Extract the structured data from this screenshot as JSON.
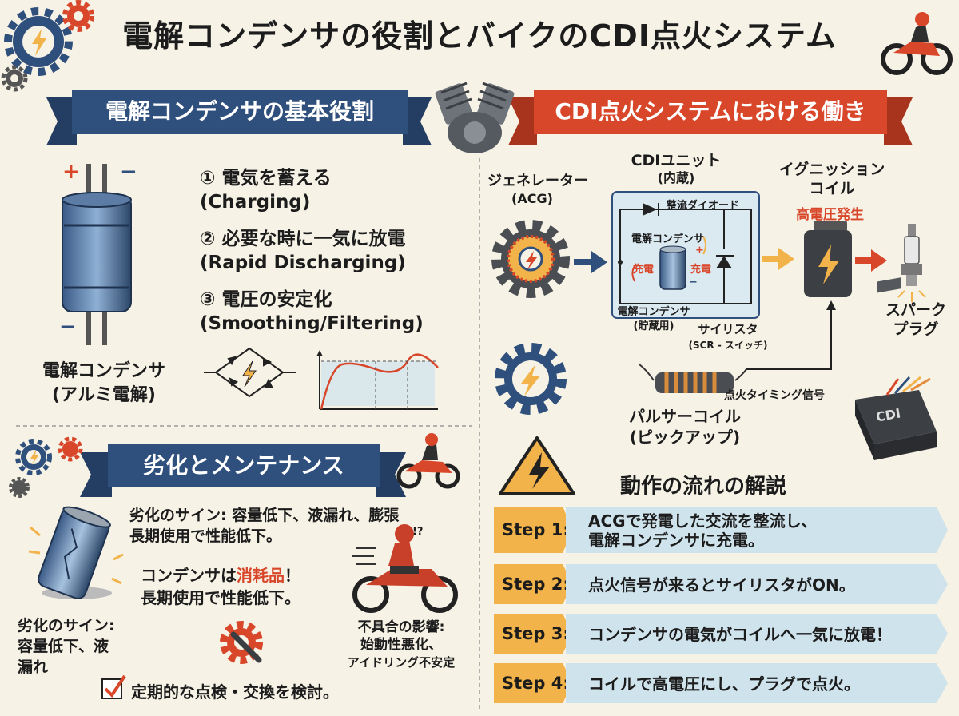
{
  "title": "電解コンデンサの役割とバイクのCDI点火システム",
  "left": {
    "ribbon": "電解コンデンサの基本役割",
    "capacitor": {
      "plus": "+",
      "minus_top": "−",
      "minus_bottom": "−",
      "label_1": "電解コンデンサ",
      "label_2": "(アルミ電解)"
    },
    "roles": [
      {
        "jp": "① 電気を蓄える",
        "en": "(Charging)"
      },
      {
        "jp": "② 必要な時に一気に放電",
        "en": "(Rapid Discharging)"
      },
      {
        "jp": "③ 電圧の安定化",
        "en": "(Smoothing/Filtering)"
      }
    ]
  },
  "maint": {
    "ribbon": "劣化とメンテナンス",
    "sign_1": "劣化のサイン: 容量低下、液漏れ、膨張",
    "sign_2": "長期使用で性能低下。",
    "consumable_pre": "コンデンサは",
    "consumable_hl": "消耗品",
    "consumable_post": "！",
    "consumable_2": "長期使用で性能低下。",
    "left_1": "劣化のサイン:",
    "left_2": "容量低下、液",
    "left_3": "漏れ",
    "effect_1": "不具合の影響:",
    "effect_2": "始動性悪化、",
    "effect_3": "アイドリング不安定",
    "check": "定期的な点検・交換を検討。",
    "rider_mark": "!?"
  },
  "cdi": {
    "ribbon": "CDI点火システムにおける働き",
    "gen_1": "ジェネレーター",
    "gen_2": "(ACG)",
    "unit_1": "CDIユニット",
    "unit_2": "(内蔵)",
    "diode": "整流ダイオード",
    "cap_in": "電解コンデンサ",
    "charge_l": "充電",
    "charge_r": "充電",
    "cap_out_1": "電解コンデンサ",
    "cap_out_2": "(貯蔵用)",
    "scr_1": "サイリスタ",
    "scr_2": "(SCR - スイッチ)",
    "coil_1": "イグニッション",
    "coil_2": "コイル",
    "hv": "高電圧発生",
    "plug_1": "スパーク",
    "plug_2": "プラグ",
    "timing": "点火タイミング信号",
    "pulser_1": "パルサーコイル",
    "pulser_2": "(ピックアップ)",
    "module": "CDI",
    "plus": "+",
    "minus": "−"
  },
  "flow": {
    "title": "動作の流れの解説",
    "steps": [
      {
        "label": "Step 1:",
        "line1": "ACGで発電した交流を整流し、",
        "line2": "電解コンデンサに充電。"
      },
      {
        "label": "Step 2:",
        "line1": "点火信号が来るとサイリスタがON。",
        "line2": ""
      },
      {
        "label": "Step 3:",
        "line1": "コンデンサの電気がコイルへ一気に放電！",
        "line2": ""
      },
      {
        "label": "Step 4:",
        "line1": "コイルで高電圧にし、プラグで点火。",
        "line2": ""
      }
    ]
  },
  "colors": {
    "navy": "#2f4f7c",
    "red": "#d9472b",
    "orange": "#f2b34b",
    "cream": "#f6f2e6",
    "lightblue": "#cfe3ec"
  }
}
